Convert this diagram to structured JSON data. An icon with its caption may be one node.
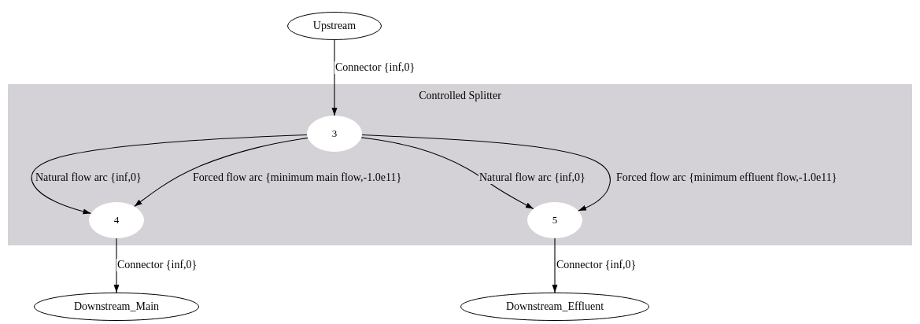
{
  "diagram": {
    "nodes": [
      {
        "text": [
          "Upstream"
        ]
      },
      {
        "text": [
          "Controlled Splitter"
        ]
      },
      {
        "text": [
          "3"
        ],
        "in": 1
      },
      {
        "text": [
          "4"
        ],
        "in": 1
      },
      {
        "text": [
          "5"
        ],
        "in": 1
      },
      {
        "text": [
          "Downstream_Main"
        ]
      },
      {
        "text": [
          "Downstream_Effluent"
        ]
      }
    ],
    "edges": [
      {
        "from": 0,
        "to": 2,
        "arrow": "to",
        "label": "Connector {inf,0}"
      },
      {
        "from": 2,
        "to": 3,
        "arrow": "to",
        "label": "Natural flow arc {inf,0}"
      },
      {
        "from": 2,
        "to": 3,
        "arrow": "to",
        "label": "Forced flow arc {minimum main flow,-1.0e11}"
      },
      {
        "from": 2,
        "to": 4,
        "arrow": "to",
        "label": "Natural flow arc {inf,0}"
      },
      {
        "from": 2,
        "to": 4,
        "arrow": "to",
        "label": "Forced flow arc {minimum effluent flow,-1.0e11}"
      },
      {
        "from": 3,
        "to": 5,
        "arrow": "to",
        "label": "Connector {inf,0}"
      },
      {
        "from": 4,
        "to": 6,
        "arrow": "to",
        "label": "Connector {inf,0}"
      }
    ]
  }
}
